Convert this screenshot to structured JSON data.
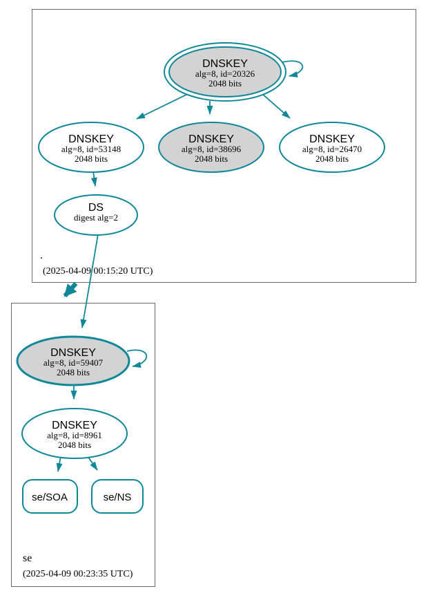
{
  "diagram": {
    "kind": "dnssec-authentication-chain",
    "colors": {
      "edge_secure": "#0e8799",
      "ksk_fill": "#d3d3d3",
      "node_fill": "#ffffff",
      "cluster_border": "#696969",
      "text": "#000000"
    },
    "zone_root": {
      "label": ".",
      "timestamp": "(2025-04-09 00:15:20 UTC)",
      "ksk": {
        "title": "DNSKEY",
        "detail": "alg=8, id=20326",
        "bits": "2048 bits"
      },
      "zsk_left": {
        "title": "DNSKEY",
        "detail": "alg=8, id=53148",
        "bits": "2048 bits"
      },
      "zsk_mid": {
        "title": "DNSKEY",
        "detail": "alg=8, id=38696",
        "bits": "2048 bits"
      },
      "zsk_right": {
        "title": "DNSKEY",
        "detail": "alg=8, id=26470",
        "bits": "2048 bits"
      },
      "ds": {
        "title": "DS",
        "detail": "digest alg=2"
      }
    },
    "zone_se": {
      "label": "se",
      "timestamp": "(2025-04-09 00:23:35 UTC)",
      "ksk": {
        "title": "DNSKEY",
        "detail": "alg=8, id=59407",
        "bits": "2048 bits"
      },
      "zsk": {
        "title": "DNSKEY",
        "detail": "alg=8, id=8961",
        "bits": "2048 bits"
      },
      "soa": {
        "label": "se/SOA"
      },
      "ns": {
        "label": "se/NS"
      }
    }
  }
}
